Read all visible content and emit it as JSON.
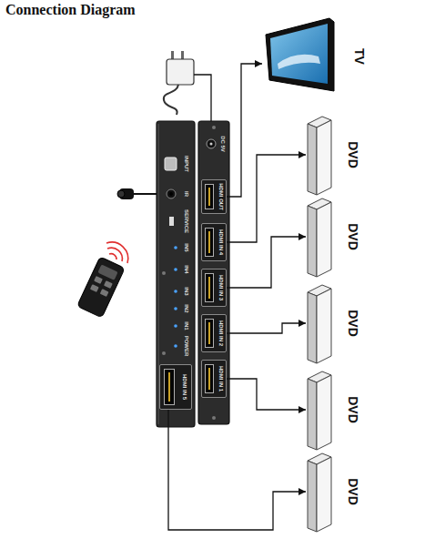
{
  "diagram": {
    "title": "Connection Diagram",
    "nodes": [
      {
        "text": [
          "TV"
        ]
      },
      {
        "text": [
          "HDMI OUT"
        ]
      },
      {
        "text": [
          "HDMI IN 4"
        ]
      },
      {
        "text": [
          "HDMI IN 3"
        ]
      },
      {
        "text": [
          "HDMI IN 2"
        ]
      },
      {
        "text": [
          "HDMI IN 1"
        ]
      },
      {
        "text": [
          "HDMI IN 5"
        ]
      },
      {
        "text": [
          "DVD"
        ]
      },
      {
        "text": [
          "DVD"
        ]
      },
      {
        "text": [
          "DVD"
        ]
      },
      {
        "text": [
          "DVD"
        ]
      },
      {
        "text": [
          "DVD"
        ]
      }
    ],
    "edges": [
      {
        "from": 1,
        "to": 0,
        "arrow": "to"
      },
      {
        "from": 2,
        "to": 7,
        "arrow": "to"
      },
      {
        "from": 3,
        "to": 8,
        "arrow": "to"
      },
      {
        "from": 4,
        "to": 9,
        "arrow": "to"
      },
      {
        "from": 5,
        "to": 10,
        "arrow": "to"
      },
      {
        "from": 6,
        "to": 11,
        "arrow": "to"
      }
    ],
    "labels": [
      "INPUT",
      "IR",
      "SERVICE",
      "IN5",
      "IN4",
      "IN3",
      "IN2",
      "IN1",
      "POWER",
      "DC 5V"
    ]
  }
}
